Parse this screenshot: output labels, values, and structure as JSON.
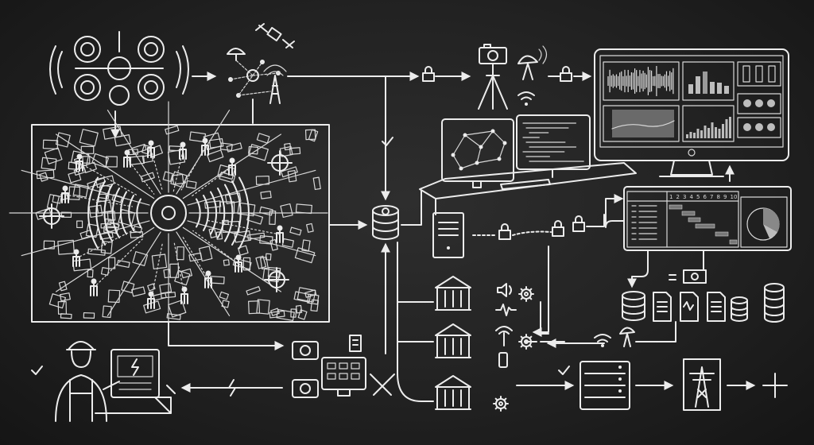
{
  "diagram": {
    "theme": "chalkboard network / surveillance data-flow sketch",
    "colors": {
      "background": "#222222",
      "stroke": "#ececec",
      "muted": "#9a9a9a"
    },
    "gantt": {
      "column_numbers": [
        "1",
        "2",
        "3",
        "4",
        "5",
        "6",
        "7",
        "8",
        "9",
        "10"
      ]
    },
    "icons": [
      "speaker-array-icon",
      "satellite-icon",
      "radio-tower-icon",
      "map-panel",
      "coin-stack-icon",
      "lock-icon",
      "camera-tripod-icon",
      "satellite-dish-icon",
      "wifi-icon",
      "desk-workstation",
      "desktop-tower-icon",
      "dashboard-monitor",
      "gantt-panel",
      "database-icon",
      "document-icon",
      "money-icon",
      "bank-building-icon",
      "speaker-icon",
      "waveform-icon",
      "gear-icon",
      "phone-icon",
      "server-icon",
      "power-tower-icon",
      "plus-icon",
      "worker-icon",
      "electrical-panel-icon",
      "lightning-icon",
      "tools-icon",
      "checkmark-icon"
    ]
  }
}
